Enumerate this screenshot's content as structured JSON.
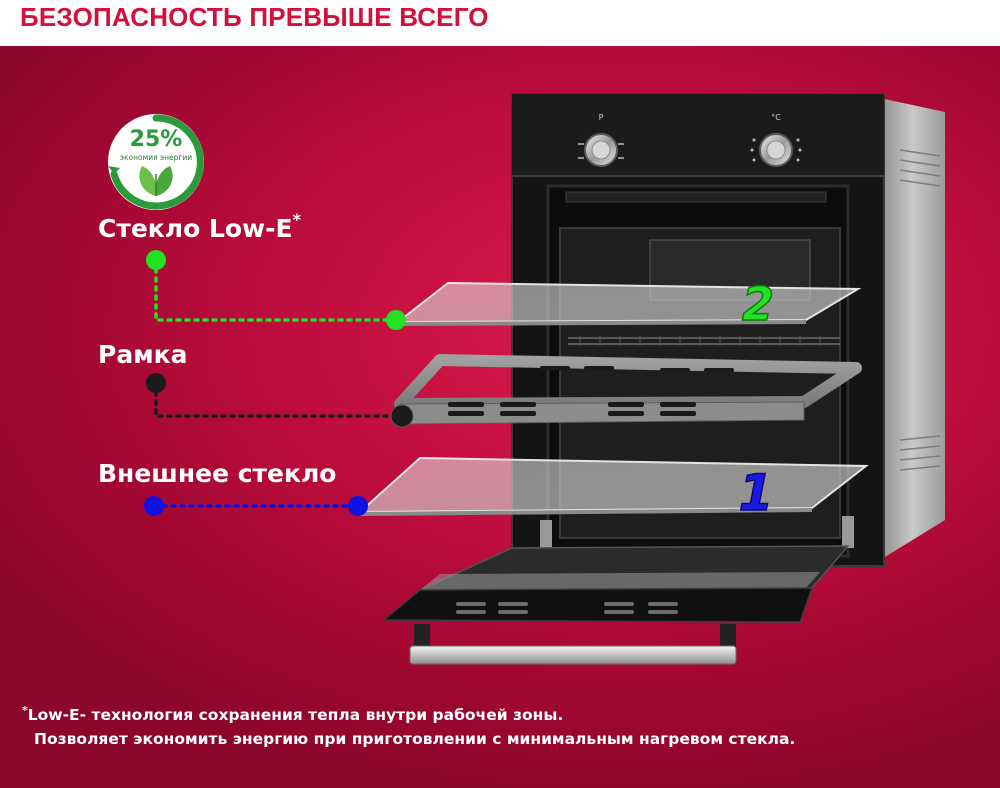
{
  "header": {
    "title": "БЕЗОПАСНОСТЬ ПРЕВЫШЕ ВСЕГО"
  },
  "badge": {
    "value": "25%",
    "caption": "экономия энергии"
  },
  "layers": [
    {
      "label": "Стекло Low-E",
      "mark": "*",
      "color": "#22e222",
      "number": "2"
    },
    {
      "label": "Рамка",
      "color": "#1a1a1a"
    },
    {
      "label": "Внешнее стекло",
      "color": "#1010e0",
      "number": "1"
    }
  ],
  "knobs": {
    "left_mark": "P",
    "right_mark": "°C"
  },
  "footnote": {
    "mark": "*",
    "line1": "Low-E- технология сохранения тепла внутри рабочей зоны.",
    "line2": "Позволяет экономить энергию при приготовлении с минимальным нагревом стекла."
  },
  "colors": {
    "accent": "#d40f3c",
    "background": "#be0d3c"
  }
}
